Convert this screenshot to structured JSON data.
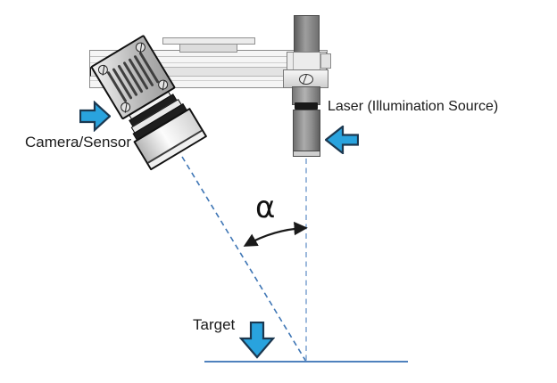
{
  "labels": {
    "camera_sensor": "Camera/Sensor",
    "laser": "Laser (Illumination Source)",
    "target": "Target",
    "angle_symbol": "α"
  },
  "icons": {
    "camera_pointer": "arrow-right-icon",
    "laser_pointer": "arrow-left-icon",
    "target_pointer": "arrow-down-icon",
    "angle_indicator": "curved-double-headed-arrow-icon"
  },
  "colors": {
    "arrow_fill": "#29A3DE",
    "arrow_outline": "#1C3850",
    "camera_beam": "#3F76B5",
    "laser_beam": "#85A9D4",
    "target_line": "#4F81BD",
    "angle_arc": "#1A1A1A"
  }
}
